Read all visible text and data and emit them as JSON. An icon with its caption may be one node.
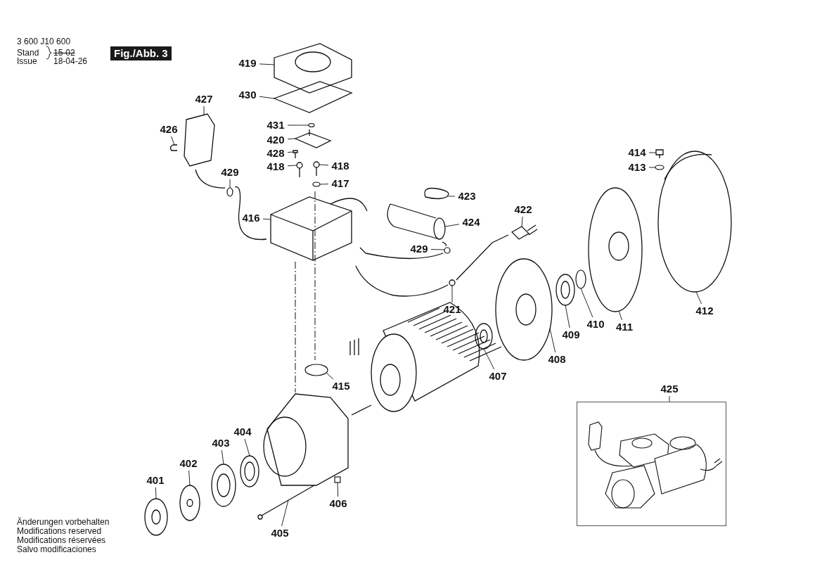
{
  "diagram": {
    "nodes": [
      {
        "text": [
          "419"
        ]
      },
      {
        "text": [
          "430"
        ]
      },
      {
        "text": [
          "427"
        ]
      },
      {
        "text": [
          "426"
        ]
      },
      {
        "text": [
          "431"
        ]
      },
      {
        "text": [
          "420"
        ]
      },
      {
        "text": [
          "428"
        ]
      },
      {
        "text": [
          "418"
        ]
      },
      {
        "text": [
          "418"
        ]
      },
      {
        "text": [
          "429"
        ]
      },
      {
        "text": [
          "417"
        ]
      },
      {
        "text": [
          "416"
        ]
      },
      {
        "text": [
          "423"
        ]
      },
      {
        "text": [
          "422"
        ]
      },
      {
        "text": [
          "414"
        ]
      },
      {
        "text": [
          "413"
        ]
      },
      {
        "text": [
          "424"
        ]
      },
      {
        "text": [
          "429"
        ]
      },
      {
        "text": [
          "421"
        ]
      },
      {
        "text": [
          "412"
        ]
      },
      {
        "text": [
          "411"
        ]
      },
      {
        "text": [
          "410"
        ]
      },
      {
        "text": [
          "409"
        ]
      },
      {
        "text": [
          "408"
        ]
      },
      {
        "text": [
          "407"
        ]
      },
      {
        "text": [
          "415"
        ]
      },
      {
        "text": [
          "425"
        ]
      },
      {
        "text": [
          "404"
        ]
      },
      {
        "text": [
          "403"
        ]
      },
      {
        "text": [
          "402"
        ]
      },
      {
        "text": [
          "401"
        ]
      },
      {
        "text": [
          "406"
        ]
      },
      {
        "text": [
          "405"
        ]
      },
      {
        "text": [],
        "shape": "picture"
      },
      {
        "text": [],
        "shape": "picture"
      },
      {
        "text": [],
        "shape": "picture"
      },
      {
        "text": [],
        "shape": "picture"
      },
      {
        "text": [],
        "shape": "circle"
      },
      {
        "text": [],
        "shape": "picture"
      },
      {
        "text": [],
        "shape": "picture"
      },
      {
        "text": [],
        "shape": "picture"
      },
      {
        "text": [],
        "shape": "picture"
      },
      {
        "text": [],
        "shape": "circle"
      },
      {
        "text": [],
        "shape": "circle"
      },
      {
        "text": [],
        "shape": "picture"
      },
      {
        "text": [],
        "shape": "picture"
      },
      {
        "text": [],
        "shape": "picture"
      },
      {
        "text": [],
        "shape": "picture"
      },
      {
        "text": [],
        "shape": "circle"
      },
      {
        "text": [],
        "shape": "cylinder"
      },
      {
        "text": [],
        "shape": "circle"
      },
      {
        "text": [],
        "shape": "picture"
      },
      {
        "text": [],
        "shape": "picture"
      },
      {
        "text": [],
        "shape": "picture"
      },
      {
        "text": [],
        "shape": "circle"
      },
      {
        "text": [],
        "shape": "picture"
      },
      {
        "text": [],
        "shape": "picture"
      },
      {
        "text": [],
        "shape": "picture"
      },
      {
        "text": [],
        "shape": "circle"
      },
      {
        "text": [],
        "shape": "picture"
      },
      {
        "text": [],
        "shape": "picture"
      },
      {
        "text": [],
        "shape": "picture"
      },
      {
        "text": [],
        "shape": "picture"
      },
      {
        "text": [],
        "shape": "picture"
      },
      {
        "text": [],
        "shape": "box"
      },
      {
        "text": [],
        "shape": "picture"
      }
    ],
    "edges": [
      {
        "from": 0,
        "to": 33,
        "arrow": "none"
      },
      {
        "from": 1,
        "to": 34,
        "arrow": "none"
      },
      {
        "from": 2,
        "to": 35,
        "arrow": "none"
      },
      {
        "from": 3,
        "to": 36,
        "arrow": "none"
      },
      {
        "from": 4,
        "to": 37,
        "arrow": "none"
      },
      {
        "from": 5,
        "to": 38,
        "arrow": "none"
      },
      {
        "from": 6,
        "to": 39,
        "arrow": "none"
      },
      {
        "from": 7,
        "to": 40,
        "arrow": "none"
      },
      {
        "from": 8,
        "to": 41,
        "arrow": "none"
      },
      {
        "from": 9,
        "to": 42,
        "arrow": "none"
      },
      {
        "from": 10,
        "to": 43,
        "arrow": "none"
      },
      {
        "from": 11,
        "to": 44,
        "arrow": "none"
      },
      {
        "from": 12,
        "to": 45,
        "arrow": "none"
      },
      {
        "from": 13,
        "to": 46,
        "arrow": "none"
      },
      {
        "from": 14,
        "to": 47,
        "arrow": "none"
      },
      {
        "from": 15,
        "to": 48,
        "arrow": "none"
      },
      {
        "from": 16,
        "to": 49,
        "arrow": "none"
      },
      {
        "from": 17,
        "to": 50,
        "arrow": "none"
      },
      {
        "from": 18,
        "to": 51,
        "arrow": "none"
      },
      {
        "from": 19,
        "to": 52,
        "arrow": "none"
      },
      {
        "from": 20,
        "to": 53,
        "arrow": "none"
      },
      {
        "from": 21,
        "to": 54,
        "arrow": "none"
      },
      {
        "from": 22,
        "to": 55,
        "arrow": "none"
      },
      {
        "from": 23,
        "to": 56,
        "arrow": "none"
      },
      {
        "from": 24,
        "to": 57,
        "arrow": "none"
      },
      {
        "from": 25,
        "to": 58,
        "arrow": "none"
      },
      {
        "from": 26,
        "to": 59,
        "arrow": "none"
      },
      {
        "from": 27,
        "to": 60,
        "arrow": "none"
      },
      {
        "from": 28,
        "to": 61,
        "arrow": "none"
      },
      {
        "from": 29,
        "to": 62,
        "arrow": "none"
      },
      {
        "from": 30,
        "to": 63,
        "arrow": "none"
      },
      {
        "from": 31,
        "to": 64,
        "arrow": "none"
      },
      {
        "from": 32,
        "to": 65,
        "arrow": "none"
      }
    ],
    "labels": [
      "3 600 J10 600",
      "Stand",
      "15-02",
      "Issue",
      "18-04-26",
      "Fig./Abb. 3",
      "Änderungen vorbehalten",
      "Modifications reserved",
      "Modifications réservées",
      "Salvo modificaciones"
    ]
  }
}
